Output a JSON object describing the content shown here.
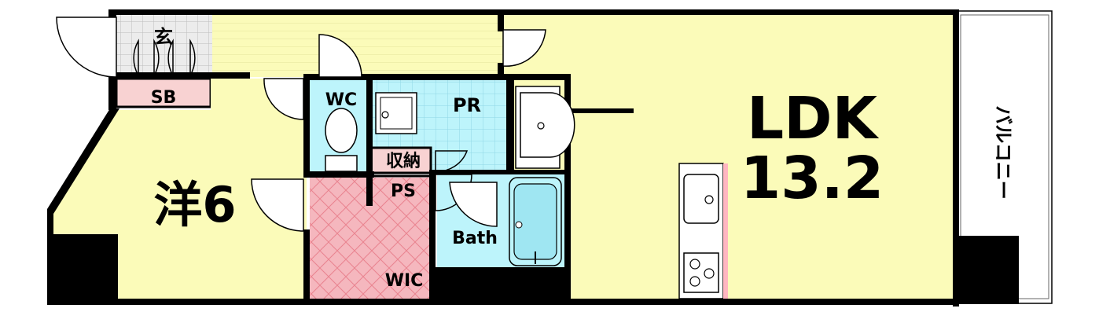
{
  "rooms": {
    "entrance": "玄",
    "shoe_box": "SB",
    "western_room": "洋6",
    "toilet": "WC",
    "powder_room": "PR",
    "storage": "収納",
    "pipe_space": "PS",
    "bath": "Bath",
    "walk_in_closet": "WIC",
    "ldk_name": "LDK",
    "ldk_size": "13.2",
    "balcony": "バルコニー"
  },
  "colors": {
    "room_fill": "#fbfbb9",
    "wet_fill": "#bdf4fb",
    "closet_fill": "#f5b7be",
    "shoebox_fill": "#f8d2d2",
    "entrance_fill": "#e2e2e2",
    "wall": "#000000"
  }
}
